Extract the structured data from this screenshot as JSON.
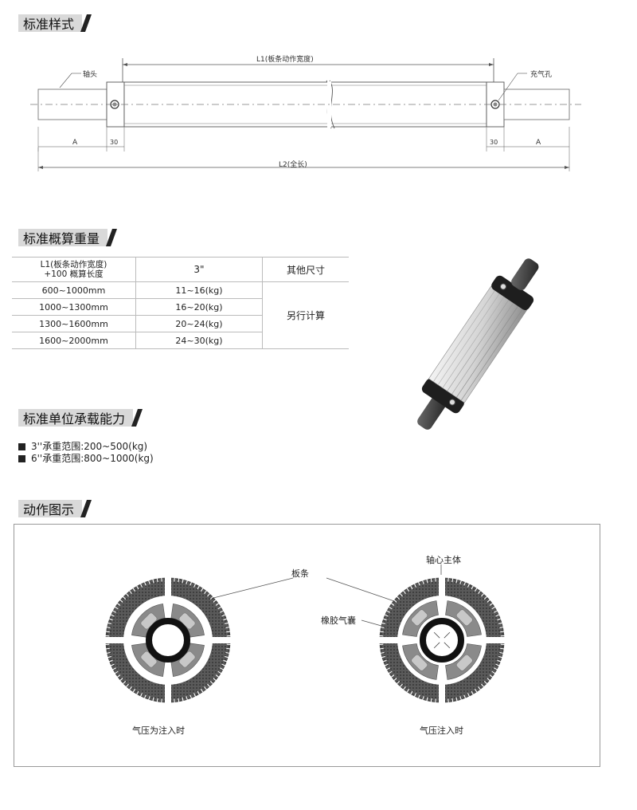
{
  "sections": {
    "style": "标准样式",
    "weight": "标准概算重量",
    "capacity": "标准单位承载能力",
    "action": "动作图示"
  },
  "drawing": {
    "l1": "L1(板条动作宽度)",
    "shaft_head": "轴头",
    "air_hole": "充气孔",
    "a_left": "A",
    "d30_left": "30",
    "d30_right": "30",
    "a_right": "A",
    "l2": "L2(全长)"
  },
  "weight_table": {
    "header_c1_line1": "L1(板条动作宽度)",
    "header_c1_line2": "+100 概算长度",
    "header_c2": "3\"",
    "header_c3": "其他尺寸",
    "rows": [
      {
        "range": "600~1000mm",
        "weight": "11~16(kg)"
      },
      {
        "range": "1000~1300mm",
        "weight": "16~20(kg)"
      },
      {
        "range": "1300~1600mm",
        "weight": "20~24(kg)"
      },
      {
        "range": "1600~2000mm",
        "weight": "24~30(kg)"
      }
    ],
    "other_note": "另行计算"
  },
  "capacity": {
    "items": [
      "3''承重范围:200~500(kg)",
      "6''承重范围:800~1000(kg)"
    ]
  },
  "action": {
    "slat": "板条",
    "core_body": "轴心主体",
    "rubber_bag": "橡胶气囊",
    "before": "气压为注入时",
    "after": "气压注入时"
  }
}
